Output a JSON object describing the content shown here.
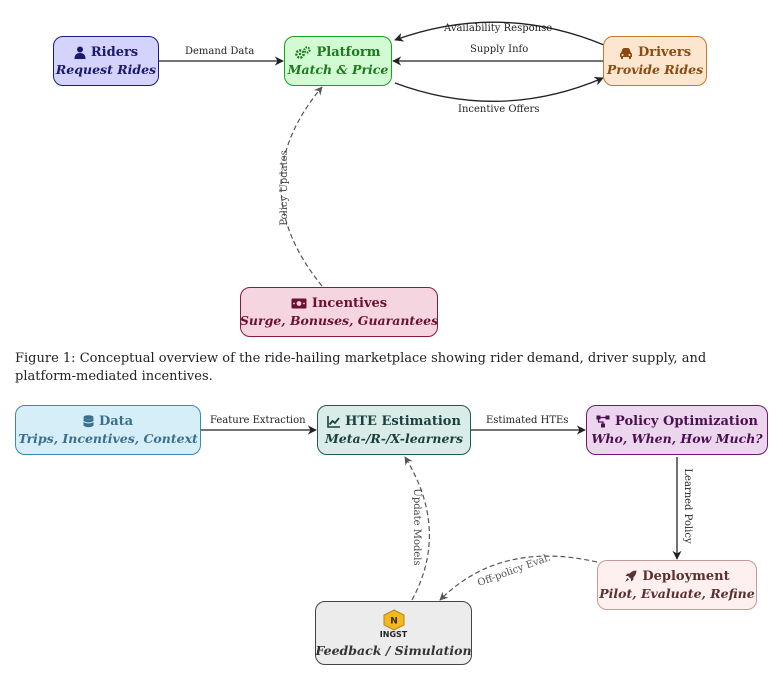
{
  "figure1": {
    "nodes": {
      "riders": {
        "title": "Riders",
        "subtitle": "Request Rides",
        "icon": "user-icon"
      },
      "platform": {
        "title": "Platform",
        "subtitle": "Match & Price",
        "icon": "gears-icon"
      },
      "drivers": {
        "title": "Drivers",
        "subtitle": "Provide Rides",
        "icon": "car-icon"
      },
      "incentives": {
        "title": "Incentives",
        "subtitle": "Surge, Bonuses, Guarantees",
        "icon": "money-bill-icon"
      }
    },
    "edges": {
      "demand_data": "Demand Data",
      "availability_response": "Availability Response",
      "supply_info": "Supply Info",
      "incentive_offers": "Incentive Offers",
      "policy_updates": "Policy Updates"
    },
    "caption": "Figure 1: Conceptual overview of the ride-hailing marketplace showing rider demand, driver supply, and platform-mediated incentives."
  },
  "figure2": {
    "nodes": {
      "data": {
        "title": "Data",
        "subtitle": "Trips, Incentives, Context",
        "icon": "database-icon"
      },
      "hte": {
        "title": "HTE Estimation",
        "subtitle": "Meta-/R-/X-learners",
        "icon": "chart-line-icon"
      },
      "policy": {
        "title": "Policy Optimization",
        "subtitle": "Who, When, How Much?",
        "icon": "diagram-project-icon"
      },
      "deployment": {
        "title": "Deployment",
        "subtitle": "Pilot, Evaluate, Refine",
        "icon": "rocket-icon"
      },
      "feedback": {
        "title": "",
        "subtitle": "Feedback / Simulation",
        "icon": "ingst-logo",
        "logo_text": "INGST"
      }
    },
    "edges": {
      "feature_extraction": "Feature Extraction",
      "estimated_htes": "Estimated HTEs",
      "learned_policy": "Learned Policy",
      "off_policy_eval": "Off-policy Eval.",
      "update_models": "Update Models"
    }
  },
  "colors": {
    "riders_fill": "#d3d3fb",
    "riders_border": "#1a1a8c",
    "riders_text": "#1a1a6e",
    "platform_fill": "#d3fbd3",
    "platform_border": "#17a317",
    "platform_text": "#1b7a1b",
    "drivers_fill": "#fde6cf",
    "drivers_border": "#c8782a",
    "drivers_text": "#8a4a10",
    "incentives_fill": "#f5d6e0",
    "incentives_border": "#8a1a3a",
    "incentives_text": "#6b1030",
    "data_fill": "#d6eef8",
    "data_border": "#3a8ab0",
    "data_text": "#3a6f8e",
    "hte_fill": "#d9ece8",
    "hte_border": "#1f5a55",
    "hte_text": "#1a3f3c",
    "policy_fill": "#ecd6ee",
    "policy_border": "#6b1a75",
    "policy_text": "#4a1050",
    "deploy_fill": "#fdf0ef",
    "deploy_border": "#c79a96",
    "deploy_text": "#5a3030",
    "feedback_fill": "#ececec",
    "feedback_border": "#444444",
    "feedback_text": "#333333"
  }
}
